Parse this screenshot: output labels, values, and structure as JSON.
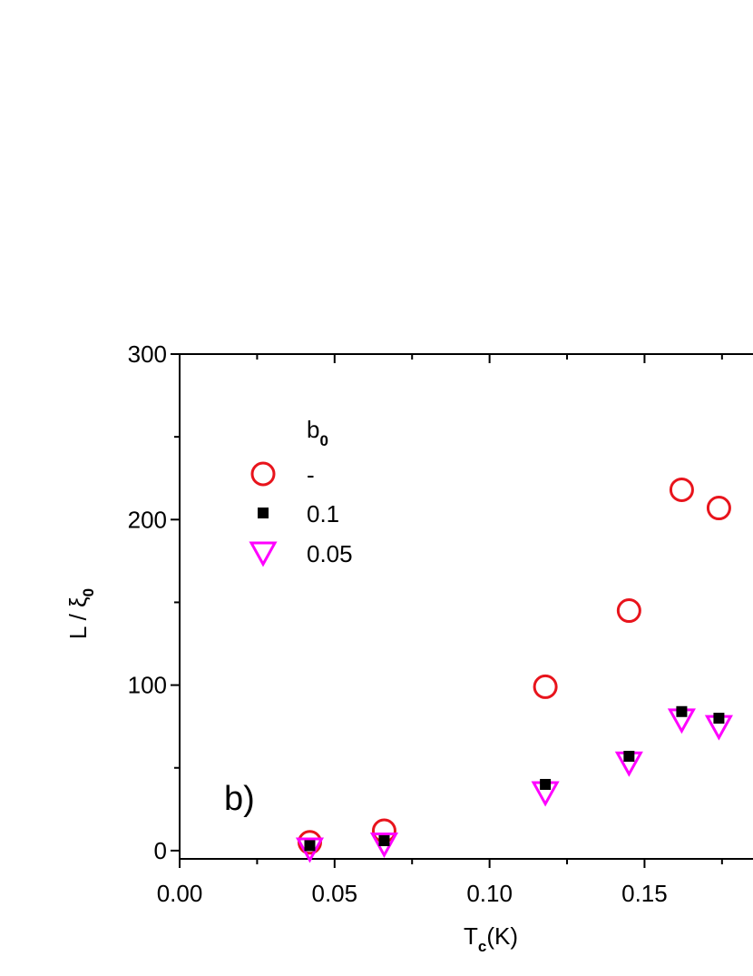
{
  "chart_data": {
    "type": "scatter",
    "panel_label": "b)",
    "xlabel": {
      "main": "T",
      "sub": "c",
      "rest": "(K)"
    },
    "ylabel": {
      "main": "L / ξ",
      "sub": "0"
    },
    "xlim": [
      0.0,
      0.185
    ],
    "ylim": [
      -5,
      300
    ],
    "xticks": [
      0.0,
      0.05,
      0.1,
      0.15
    ],
    "xtick_labels": [
      "0.00",
      "0.05",
      "0.10",
      "0.15"
    ],
    "yticks": [
      0,
      100,
      200,
      300
    ],
    "ytick_labels": [
      "0",
      "100",
      "200",
      "300"
    ],
    "legend": {
      "title_main": "b",
      "title_sub": "0",
      "placement": "top-left"
    },
    "series": [
      {
        "name": "-",
        "marker": "circle-open",
        "color": "#e8141c",
        "x": [
          0.042,
          0.066,
          0.118,
          0.145,
          0.162,
          0.174
        ],
        "y": [
          5,
          12,
          99,
          145,
          218,
          207
        ]
      },
      {
        "name": "0.1",
        "marker": "square-filled",
        "color": "#000000",
        "x": [
          0.042,
          0.066,
          0.118,
          0.145,
          0.162,
          0.174
        ],
        "y": [
          3,
          6,
          40,
          57,
          84,
          80
        ]
      },
      {
        "name": "0.05",
        "marker": "triangle-down-open",
        "color": "#ff00ff",
        "x": [
          0.042,
          0.066,
          0.118,
          0.145,
          0.162,
          0.174
        ],
        "y": [
          1,
          4,
          35,
          53,
          79,
          75
        ]
      }
    ]
  }
}
